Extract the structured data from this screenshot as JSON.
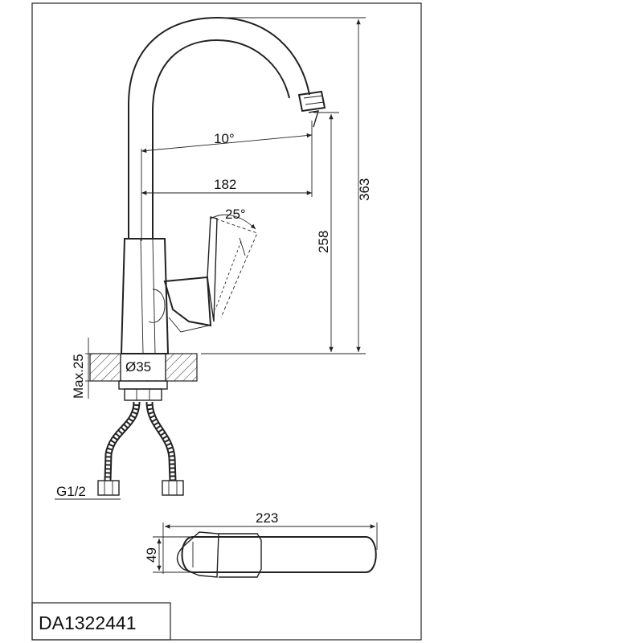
{
  "product_code": "DA1322441",
  "dimensions": {
    "total_height": "363",
    "spout_height": "258",
    "spout_reach": "182",
    "spout_angle": "10°",
    "handle_angle": "25°",
    "counter_thickness": "Max.25",
    "hole_diameter": "Ø35",
    "thread": "G1/2",
    "top_length": "223",
    "top_width": "49"
  }
}
